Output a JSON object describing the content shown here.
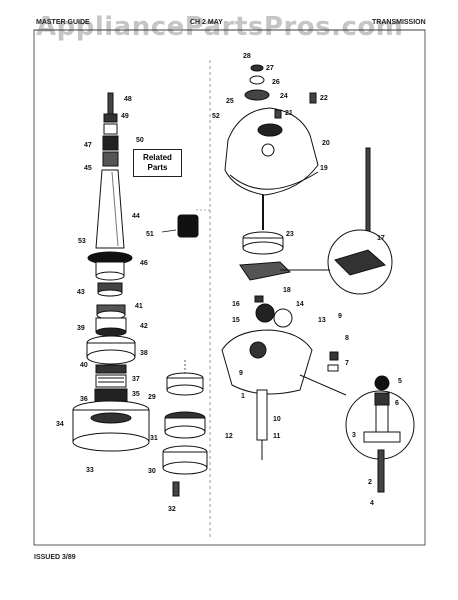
{
  "header": {
    "watermark": "AppliancePartsPros.com",
    "left_text": "MASTER GUIDE",
    "mid_text": "CH 2 MAY",
    "right_text": "TRANSMISSION"
  },
  "callout": {
    "line1": "Related",
    "line2": "Parts"
  },
  "footer": {
    "issued": "ISSUED 3/89"
  },
  "part_numbers": [
    "1",
    "2",
    "3",
    "4",
    "5",
    "6",
    "7",
    "8",
    "9",
    "10",
    "11",
    "12",
    "13",
    "14",
    "15",
    "16",
    "17",
    "18",
    "19",
    "20",
    "21",
    "22",
    "23",
    "24",
    "25",
    "26",
    "27",
    "28",
    "29",
    "30",
    "31",
    "32",
    "33",
    "34",
    "35",
    "36",
    "37",
    "38",
    "39",
    "40",
    "41",
    "42",
    "43",
    "44",
    "45",
    "46",
    "47",
    "48",
    "49",
    "50",
    "51",
    "52",
    "53"
  ]
}
